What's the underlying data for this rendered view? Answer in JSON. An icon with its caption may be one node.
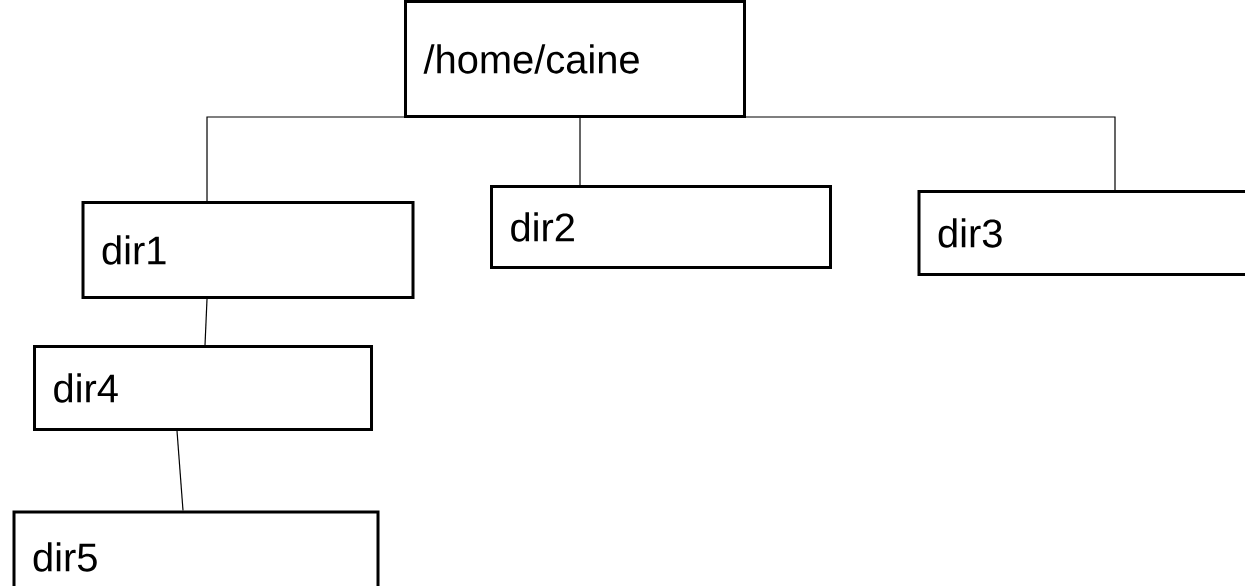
{
  "diagram": {
    "nodes": [
      {
        "text": [
          "/home/caine"
        ]
      },
      {
        "text": [
          "dir1"
        ]
      },
      {
        "text": [
          "dir2"
        ]
      },
      {
        "text": [
          "dir3"
        ]
      },
      {
        "text": [
          "dir4"
        ]
      },
      {
        "text": [
          "dir5"
        ]
      }
    ],
    "edges": [
      {
        "from": 0,
        "to": 1,
        "arrow": "none"
      },
      {
        "from": 0,
        "to": 2,
        "arrow": "none"
      },
      {
        "from": 0,
        "to": 3,
        "arrow": "none"
      },
      {
        "from": 1,
        "to": 4,
        "arrow": "none"
      },
      {
        "from": 4,
        "to": 5,
        "arrow": "none"
      }
    ]
  }
}
